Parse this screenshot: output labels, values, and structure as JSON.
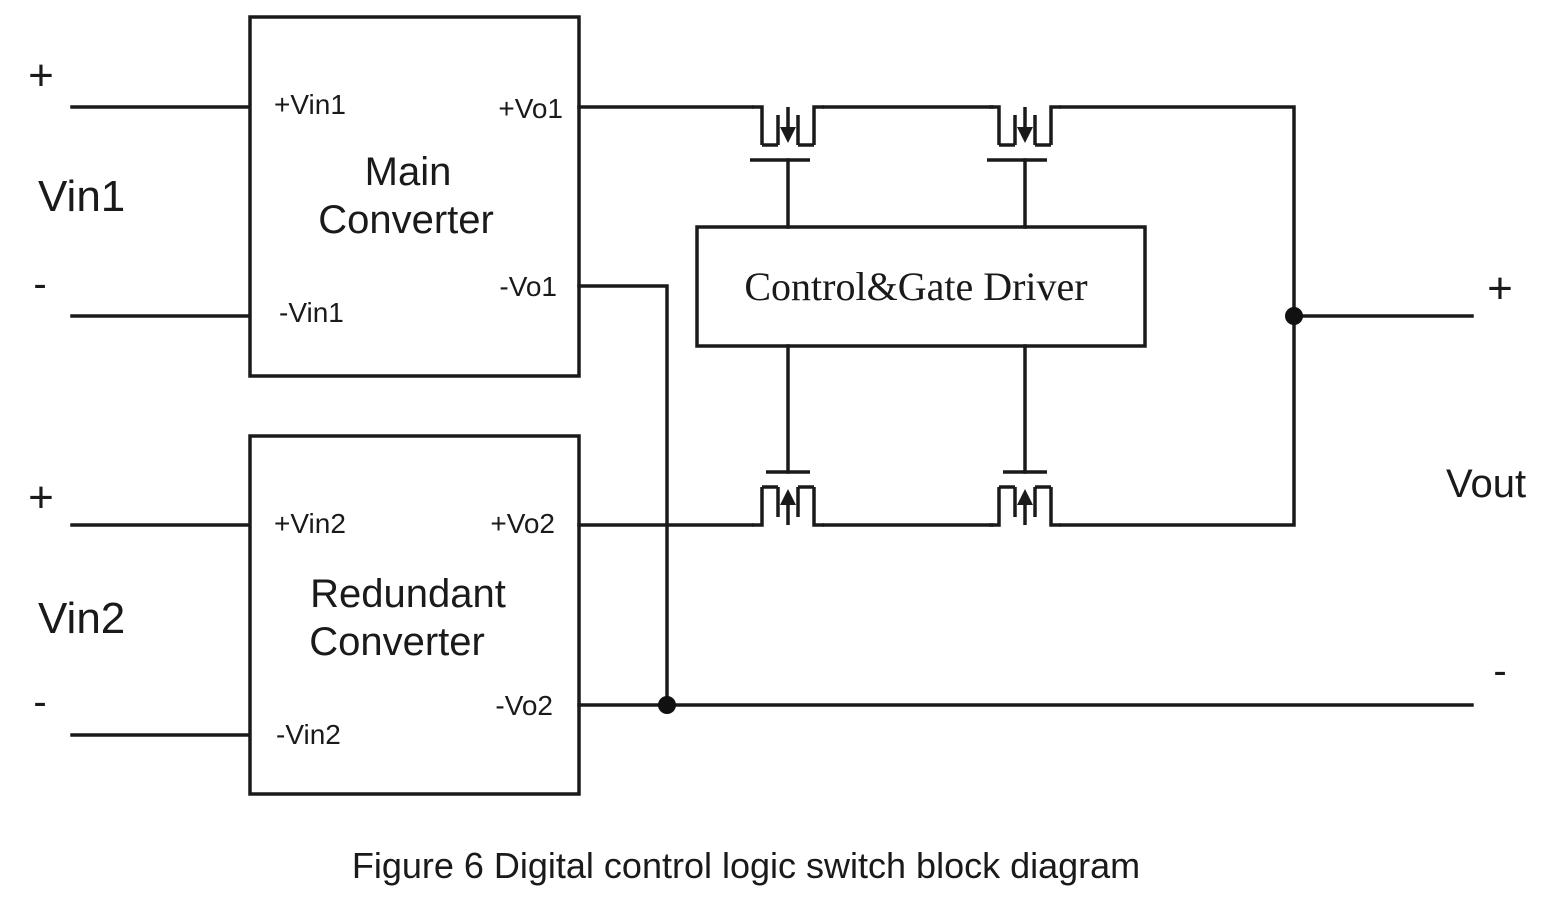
{
  "figure": {
    "caption": "Figure 6 Digital control logic switch block diagram"
  },
  "inputs": {
    "vin1": {
      "label": "Vin1",
      "plus": "+",
      "minus": "-"
    },
    "vin2": {
      "label": "Vin2",
      "plus": "+",
      "minus": "-"
    }
  },
  "main_converter": {
    "title_line1": "Main",
    "title_line2": "Converter",
    "pins": {
      "vin_pos": "+Vin1",
      "vin_neg": "-Vin1",
      "vo_pos": "+Vo1",
      "vo_neg": "-Vo1"
    }
  },
  "redundant_converter": {
    "title_line1": "Redundant",
    "title_line2": "Converter",
    "pins": {
      "vin_pos": "+Vin2",
      "vin_neg": "-Vin2",
      "vo_pos": "+Vo2",
      "vo_neg": "-Vo2"
    }
  },
  "driver": {
    "label": "Control&Gate Driver"
  },
  "output": {
    "label": "Vout",
    "plus": "+",
    "minus": "-"
  }
}
